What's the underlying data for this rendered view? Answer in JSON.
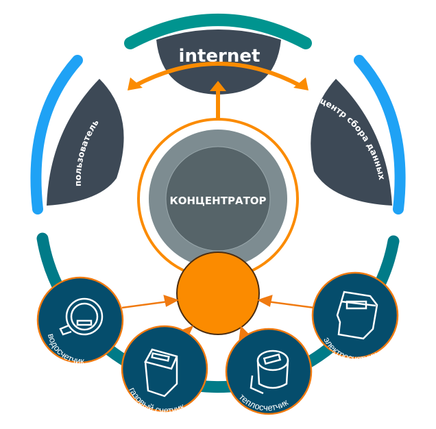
{
  "nodes": {
    "internet": "internet",
    "user": "пользователь",
    "data_center": "центр сбора данных",
    "concentrator": "КОНЦЕНТРАТОР"
  },
  "devices": [
    {
      "label": "водосчетчик",
      "icon": "water-meter-icon"
    },
    {
      "label": "газовый счетчик",
      "icon": "gas-meter-icon"
    },
    {
      "label": "теплосчетчик",
      "icon": "heat-meter-icon"
    },
    {
      "label": "электросчетчик",
      "icon": "electric-meter-icon"
    }
  ],
  "colors": {
    "teal": "#00948f",
    "blue": "#1fa2f5",
    "dark": "#3d4956",
    "orange": "#fb8b00",
    "ring": "#007b88",
    "device": "#054d6c"
  }
}
